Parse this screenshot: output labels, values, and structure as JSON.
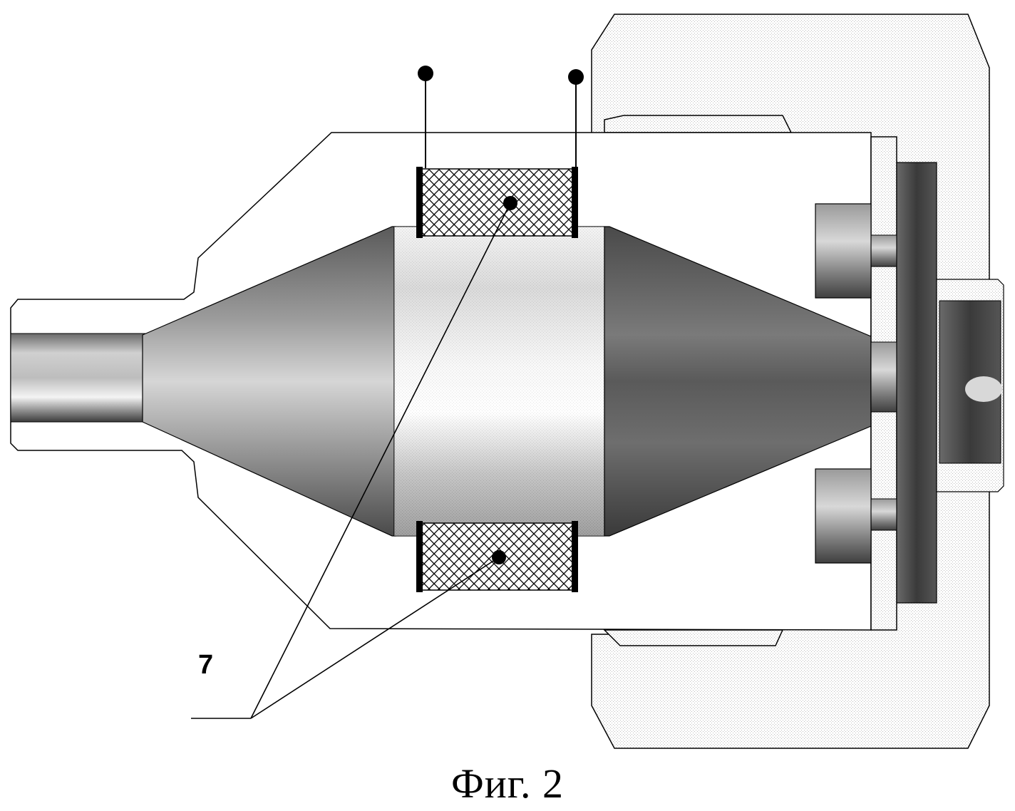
{
  "figure": {
    "reference_label": "7",
    "caption": "Фиг. 2"
  },
  "parts": [
    {
      "name": "housing",
      "description_icon": "outer-housing-outline"
    },
    {
      "name": "inlet-pipe",
      "description_icon": "cylinder-shading"
    },
    {
      "name": "inlet-cone",
      "description_icon": "cone-shading"
    },
    {
      "name": "central-cylinder",
      "description_icon": "cylinder-shading"
    },
    {
      "name": "outlet-cone",
      "description_icon": "cone-shading"
    },
    {
      "name": "coil-top",
      "description_icon": "crosshatch-winding"
    },
    {
      "name": "coil-bottom",
      "description_icon": "crosshatch-winding"
    },
    {
      "name": "terminal-left",
      "description_icon": "terminal-dot"
    },
    {
      "name": "terminal-right",
      "description_icon": "terminal-dot"
    },
    {
      "name": "flange-assembly",
      "description_icon": "flange"
    }
  ],
  "colors": {
    "line": "#000000",
    "background": "#ffffff",
    "dither_light": "#e4e4e4",
    "shade_dark": "#3a3a3a"
  }
}
